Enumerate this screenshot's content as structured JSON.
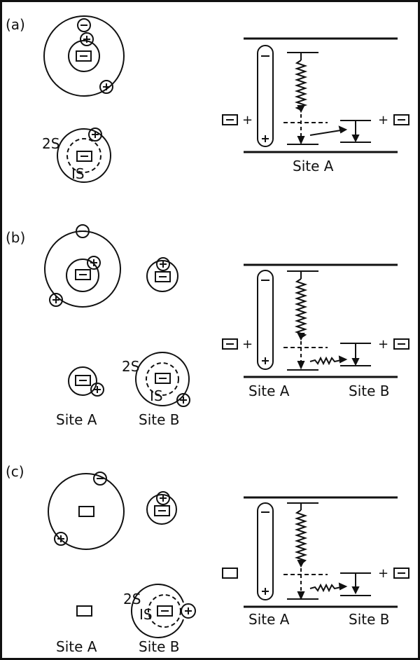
{
  "panels": [
    {
      "id": "a",
      "label": "(a)",
      "orbital_labels": [
        "2S",
        "IS"
      ],
      "site_labels": [],
      "energy_site_labels": [
        "Site A"
      ]
    },
    {
      "id": "b",
      "label": "(b)",
      "orbital_labels": [
        "2S",
        "IS"
      ],
      "site_labels": [
        "Site A",
        "Site B"
      ],
      "energy_site_labels": [
        "Site A",
        "Site B"
      ]
    },
    {
      "id": "c",
      "label": "(c)",
      "orbital_labels": [
        "2S",
        "IS"
      ],
      "site_labels": [
        "Site A",
        "Site B"
      ],
      "energy_site_labels": [
        "Site A",
        "Site B"
      ]
    }
  ],
  "symbols": {
    "plus": "+",
    "minus": "−"
  }
}
